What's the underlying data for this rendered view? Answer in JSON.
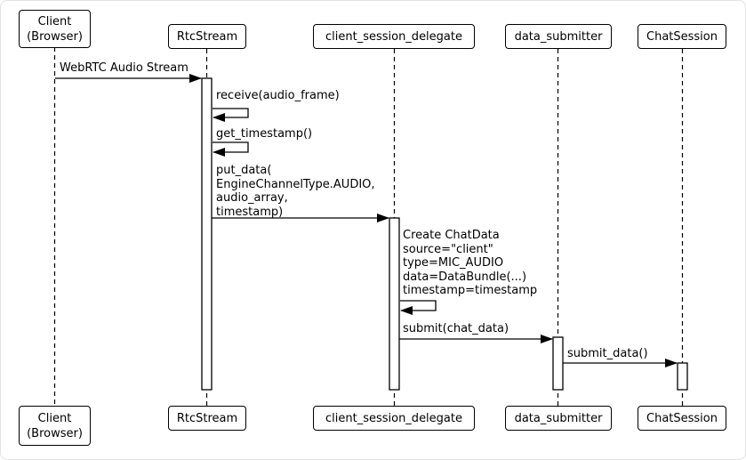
{
  "participants": [
    {
      "id": "client-browser",
      "label": "Client\n(Browser)"
    },
    {
      "id": "rtc-stream",
      "label": "RtcStream"
    },
    {
      "id": "client-session-delegate",
      "label": "client_session_delegate"
    },
    {
      "id": "data-submitter",
      "label": "data_submitter"
    },
    {
      "id": "chat-session",
      "label": "ChatSession"
    }
  ],
  "messages": [
    {
      "label": "WebRTC Audio Stream",
      "from": "client-browser",
      "to": "rtc-stream",
      "kind": "call"
    },
    {
      "label": "receive(audio_frame)",
      "from": "rtc-stream",
      "to": "rtc-stream",
      "kind": "self"
    },
    {
      "label": "get_timestamp()",
      "from": "rtc-stream",
      "to": "rtc-stream",
      "kind": "self"
    },
    {
      "label": "put_data(\nEngineChannelType.AUDIO,\naudio_array,\ntimestamp)",
      "from": "rtc-stream",
      "to": "client-session-delegate",
      "kind": "call"
    },
    {
      "label": "Create ChatData\nsource=\"client\"\ntype=MIC_AUDIO\ndata=DataBundle(...)\ntimestamp=timestamp",
      "from": "client-session-delegate",
      "to": "client-session-delegate",
      "kind": "self"
    },
    {
      "label": "submit(chat_data)",
      "from": "client-session-delegate",
      "to": "data-submitter",
      "kind": "call"
    },
    {
      "label": "submit_data()",
      "from": "data-submitter",
      "to": "chat-session",
      "kind": "call"
    }
  ],
  "colors": {
    "line": "#000000",
    "box_fill": "#ffffff",
    "box_border": "#000000",
    "background": "#ffffff"
  }
}
